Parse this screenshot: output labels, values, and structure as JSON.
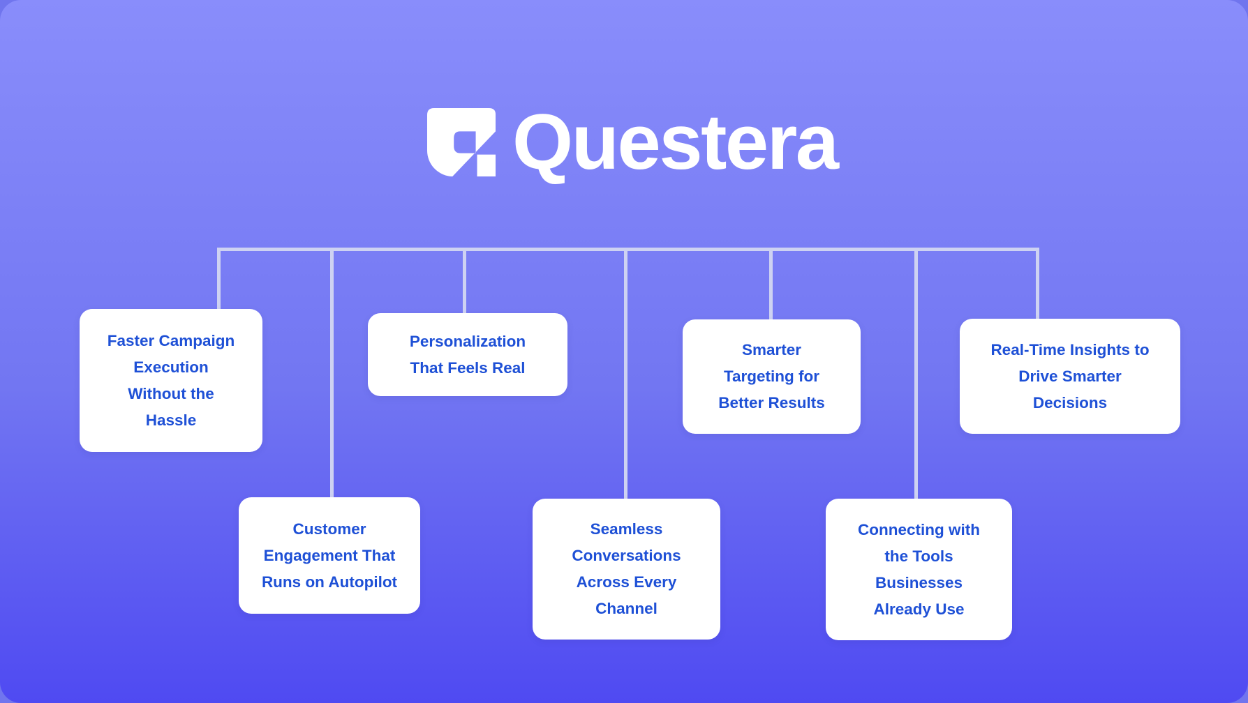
{
  "brand": {
    "name": "Questera",
    "logo_icon": "questera-mark-icon"
  },
  "colors": {
    "page_background": "#7075ee",
    "card_gradient_top": "#898dfb",
    "card_gradient_mid": "#7276f2",
    "card_gradient_bottom": "#4f4af2",
    "node_background": "#ffffff",
    "node_text": "#1e50d6",
    "connector": "#ced2f2",
    "logo": "#ffffff"
  },
  "diagram": {
    "nodes": [
      {
        "id": "faster-campaign-execution",
        "lines": [
          "Faster Campaign",
          "Execution",
          "Without the",
          "Hassle"
        ]
      },
      {
        "id": "personalization",
        "lines": [
          "Personalization",
          "That Feels Real"
        ]
      },
      {
        "id": "smarter-targeting",
        "lines": [
          "Smarter",
          "Targeting for",
          "Better Results"
        ]
      },
      {
        "id": "real-time-insights",
        "lines": [
          "Real-Time Insights to",
          "Drive Smarter",
          "Decisions"
        ]
      },
      {
        "id": "customer-engagement",
        "lines": [
          "Customer",
          "Engagement That",
          "Runs on Autopilot"
        ]
      },
      {
        "id": "seamless-conversations",
        "lines": [
          "Seamless",
          "Conversations",
          "Across Every",
          "Channel"
        ]
      },
      {
        "id": "connecting-tools",
        "lines": [
          "Connecting with",
          "the Tools",
          "Businesses",
          "Already Use"
        ]
      }
    ]
  }
}
